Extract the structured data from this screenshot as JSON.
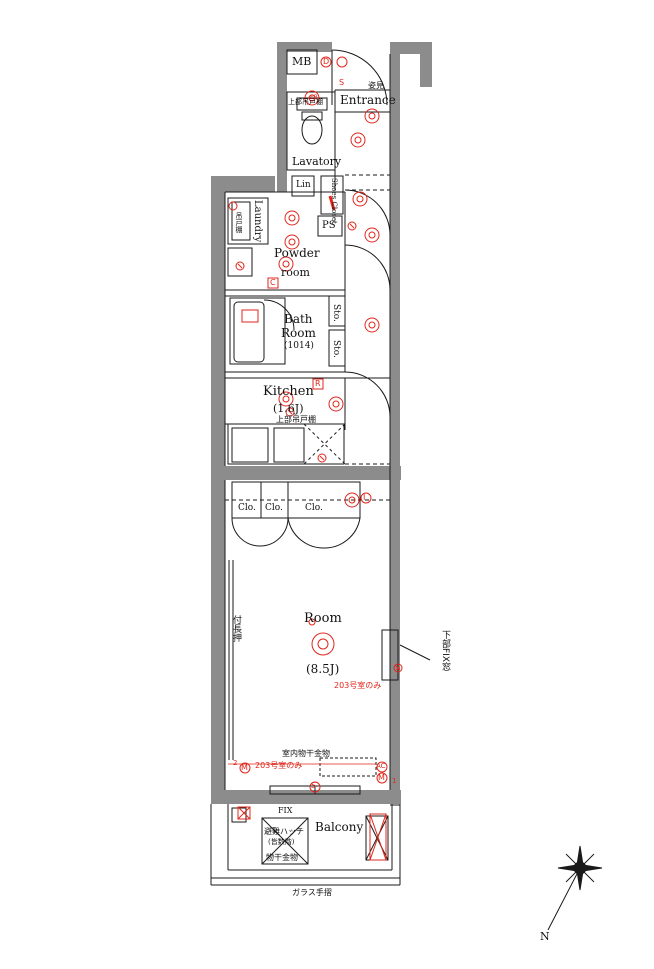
{
  "labels": {
    "mb": "MB",
    "entrance": "Entrance",
    "shoe_box": "姿見",
    "lavatory_cab": "上部吊戸棚",
    "lavatory": "Lavatory",
    "lin": "Lin",
    "shoes_closet": "Shoes Closet",
    "ps": "PS",
    "laundry": "Laundry",
    "laundry_shelf": "吊戸棚",
    "powder_1": "Powder",
    "powder_2": "room",
    "bath_1": "Bath",
    "bath_2": "Room",
    "bath_size": "(1014)",
    "sto_1": "Sto.",
    "sto_2": "Sto.",
    "kitchen": "Kitchen",
    "kitchen_size": "(1.6J)",
    "kitchen_cab": "上部吊戸棚",
    "clo_1": "Clo.",
    "clo_2": "Clo.",
    "clo_3": "Clo.",
    "room": "Room",
    "room_size": "(8.5J)",
    "long_rail": "付長押",
    "window_fix": "下部FIX窓",
    "room203_1": "203号室のみ",
    "room203_2": "203号室のみ",
    "indoor_dry": "室内物干金物",
    "fix": "FIX",
    "hatch_1": "避難ハッチ",
    "hatch_2": "(皆数階)",
    "balcony": "Balcony",
    "balcony_dry": "物干金物",
    "glass_rail": "ガラス手摺",
    "north": "N"
  },
  "symbols": {
    "s": "S",
    "d": "D",
    "c": "C",
    "r": "R",
    "m": "M",
    "ac": "AC",
    "i": "I",
    "n1": "1",
    "n2": "2",
    "eb": "EB"
  },
  "colors": {
    "wall": "#8c8c8c",
    "line": "#1a1a1a",
    "red": "#e0261b"
  }
}
